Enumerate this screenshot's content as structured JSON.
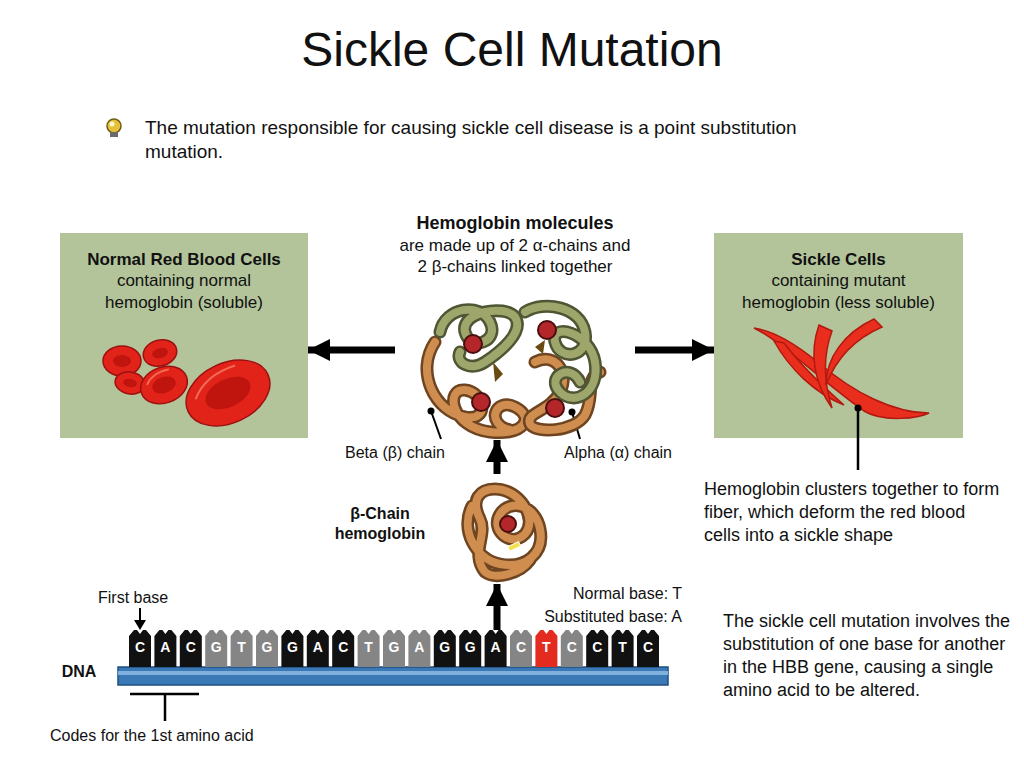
{
  "diagram": {
    "title": "Sickle Cell Mutation",
    "nodes": [
      {
        "text": [
          "Normal Red Blood Cells",
          "containing normal hemoglobin (soluble)"
        ]
      },
      {
        "text": [
          "Hemoglobin molecules",
          "are made up of 2 α-chains and 2 β-chains linked together"
        ]
      },
      {
        "text": [
          "Sickle Cells",
          "containing mutant hemoglobin (less soluble)"
        ]
      },
      {
        "text": [
          "β-Chain hemoglobin"
        ]
      },
      {
        "text": [
          "DNA"
        ]
      }
    ],
    "edges": [
      {
        "from": 1,
        "to": 0,
        "arrow": "to"
      },
      {
        "from": 1,
        "to": 2,
        "arrow": "to"
      },
      {
        "from": 4,
        "to": 3,
        "arrow": "to"
      },
      {
        "from": 3,
        "to": 1,
        "arrow": "to"
      }
    ],
    "labels": [
      "The mutation responsible for causing sickle cell disease is a point substitution mutation.",
      "Beta (β) chain",
      "Alpha (α) chain",
      "Hemoglobin clusters together to form fiber, which deform the red blood cells into a sickle shape",
      "First base",
      "Normal base: T",
      "Substituted base: A",
      "The sickle cell mutation involves the substitution of one base for another in the HBB gene, causing a single amino acid to be altered.",
      "C",
      "A",
      "C",
      "G",
      "T",
      "G",
      "G",
      "A",
      "C",
      "T",
      "G",
      "A",
      "G",
      "G",
      "A",
      "C",
      "T",
      "C",
      "C",
      "T",
      "C",
      "Codes for the 1st amino acid"
    ]
  }
}
